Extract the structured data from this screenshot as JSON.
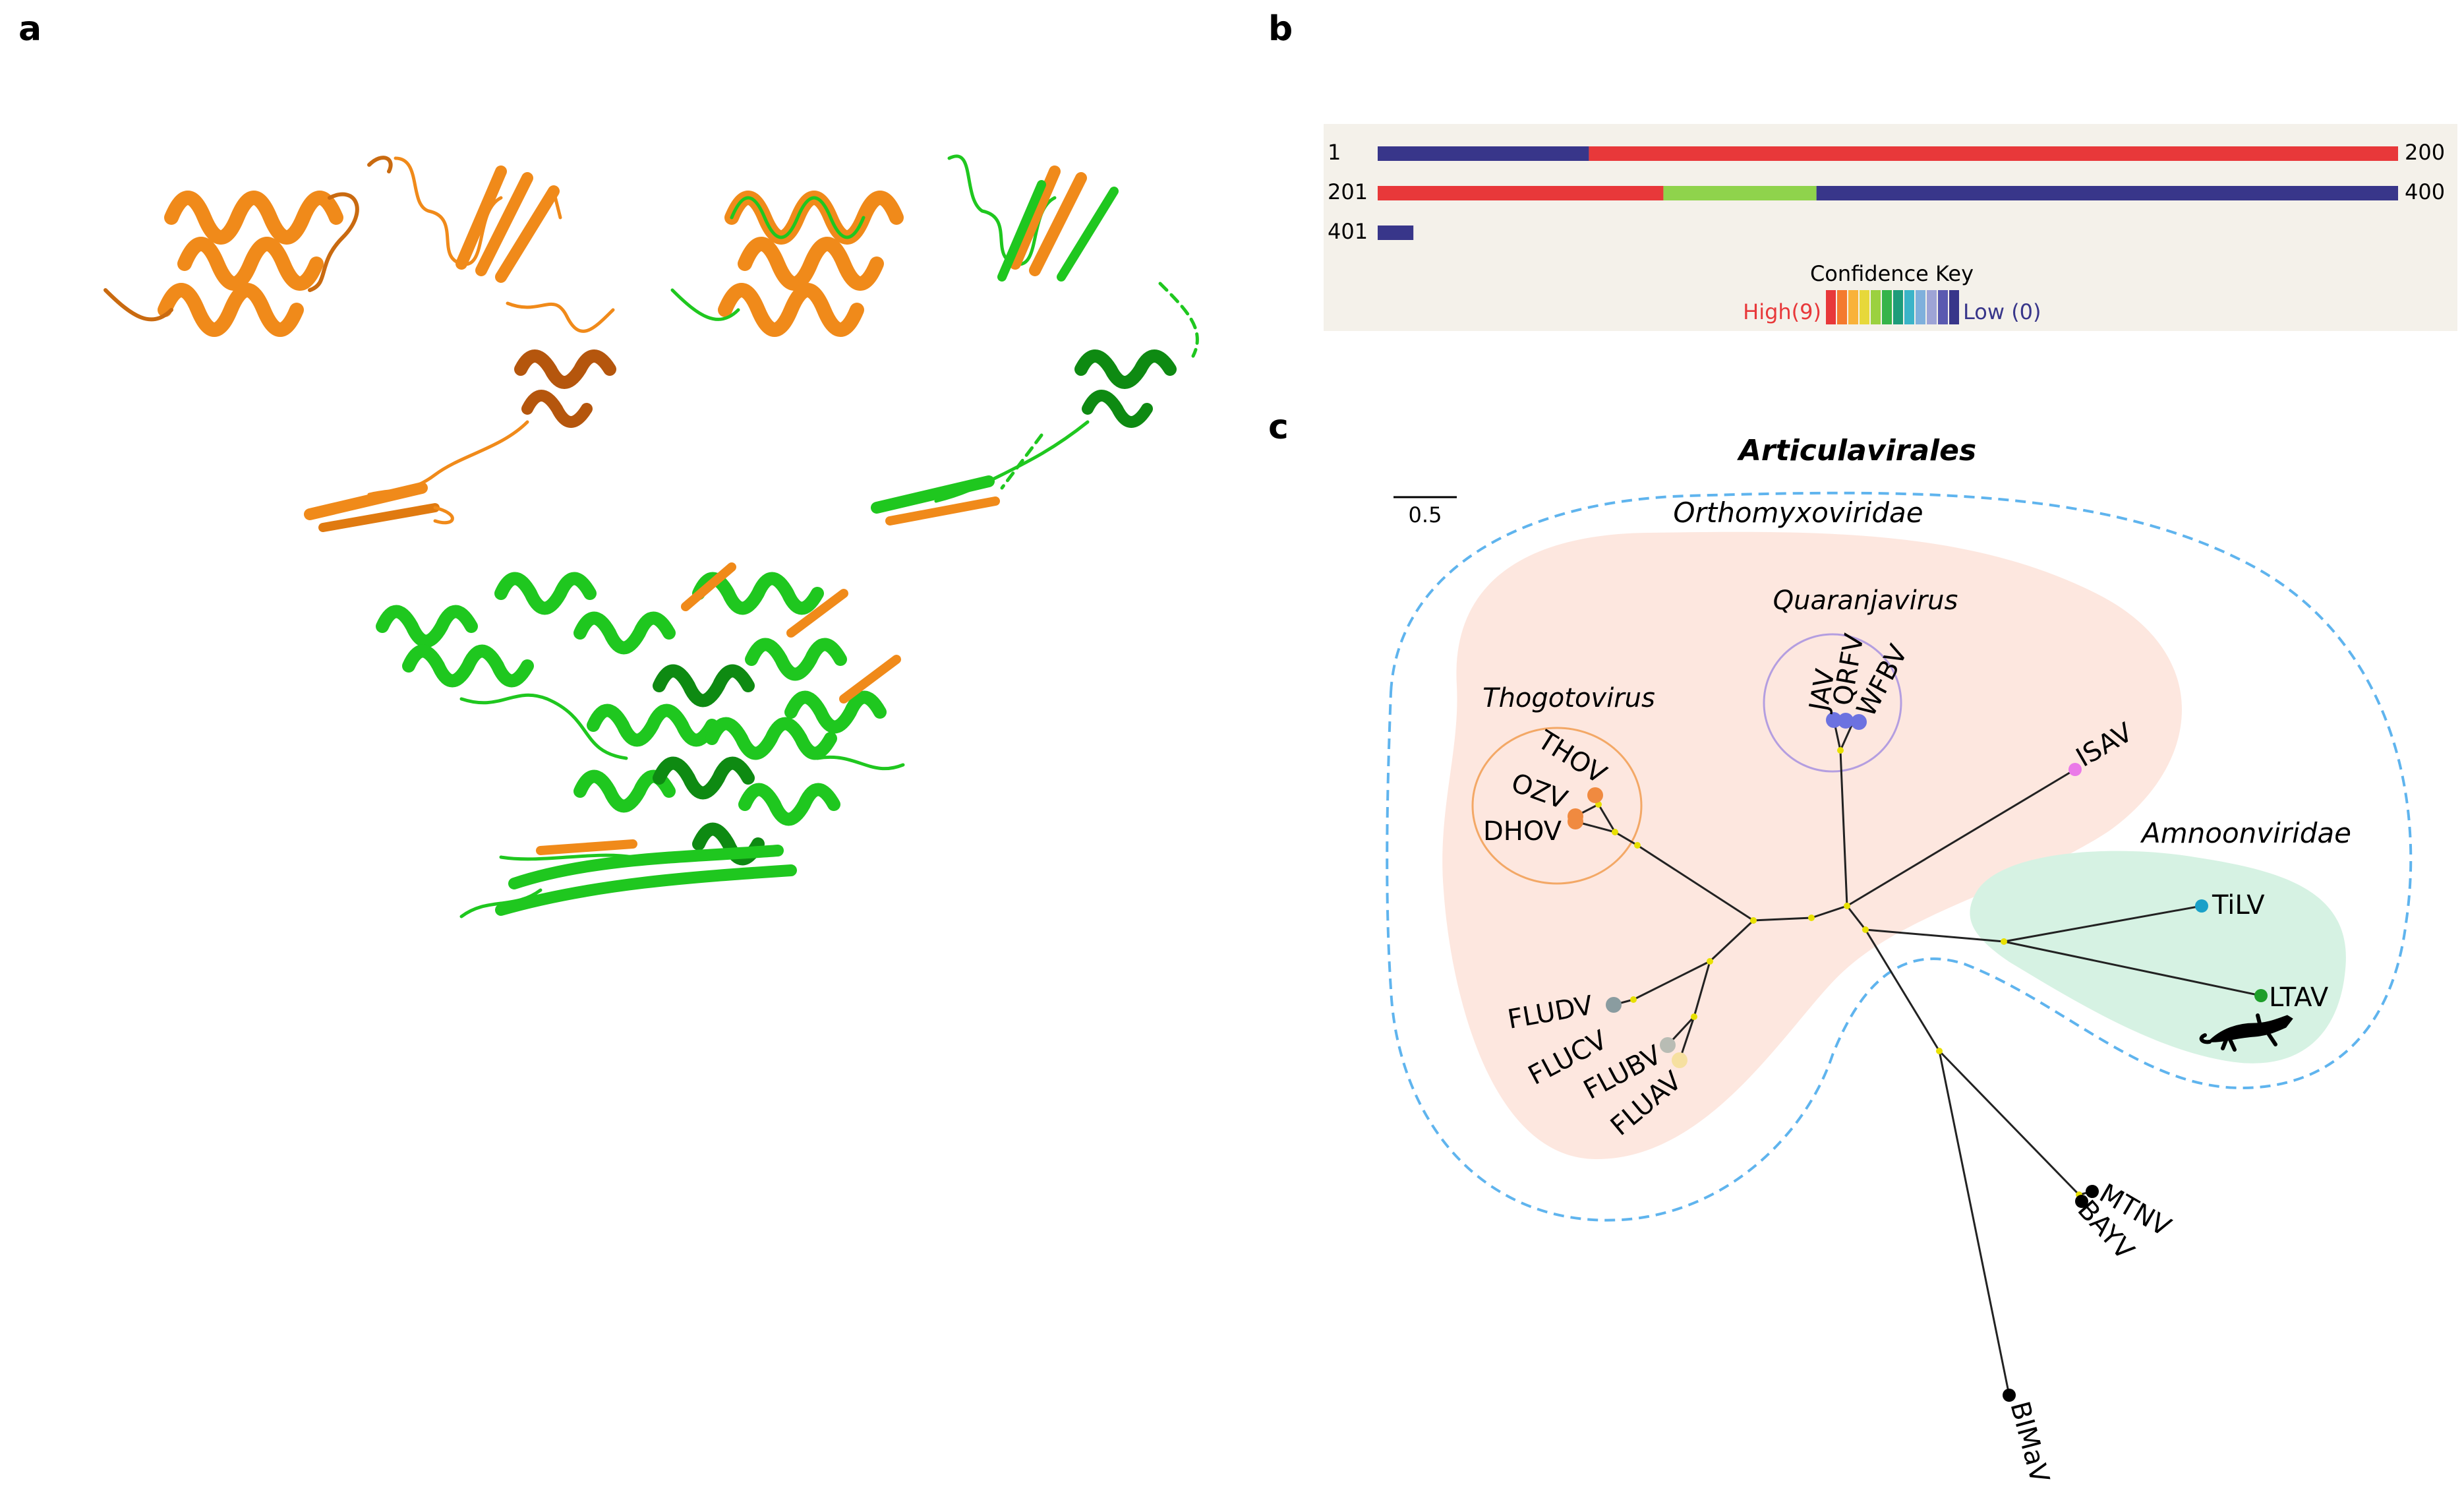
{
  "panels": {
    "a": "a",
    "b": "b",
    "c": "c"
  },
  "confidence": {
    "rows": [
      {
        "start": "1",
        "end": "200",
        "segments": [
          {
            "color": "#38368a",
            "frac": 0.207
          },
          {
            "color": "#e8383a",
            "frac": 0.793
          }
        ]
      },
      {
        "start": "201",
        "end": "400",
        "segments": [
          {
            "color": "#e8383a",
            "frac": 0.28
          },
          {
            "color": "#8fd34c",
            "frac": 0.15
          },
          {
            "color": "#38368a",
            "frac": 0.57
          }
        ]
      },
      {
        "start": "401",
        "end": "",
        "segments": [
          {
            "color": "#38368a",
            "frac": 0.035
          }
        ]
      }
    ],
    "key_title": "Confidence Key",
    "high_label": "High(9)",
    "low_label": "Low (0)",
    "key_colors": [
      "#e8383a",
      "#f47a2e",
      "#f9b23a",
      "#e7d83a",
      "#9bd13f",
      "#36b44a",
      "#1e9c7a",
      "#3bb4c8",
      "#7fb0dc",
      "#9ea4d6",
      "#5a5ab0",
      "#38368a"
    ]
  },
  "tree": {
    "order": "Articulavirales",
    "scale_label": "0.5",
    "families": {
      "ortho": "Orthomyxoviridae",
      "amnoon": "Amnoonviridae"
    },
    "genera": {
      "quaranja": "Quaranjavirus",
      "thogoto": "Thogotovirus"
    },
    "colors": {
      "ortho_fill": "#fde7df",
      "amnoon_fill": "#d6f2e3",
      "order_outline": "#5fb4ee",
      "thogoto_outline": "#f3a866",
      "quaranja_outline": "#b49ee0"
    },
    "leaves": {
      "THOV": "THOV",
      "OZV": "OZV",
      "DHOV": "DHOV",
      "JAV": "JAV",
      "QRFV": "QRFV",
      "WFBV": "WFBV",
      "ISAV": "ISAV",
      "TiLV": "TiLV",
      "LTAV": "LTAV",
      "FLUDV": "FLUDV",
      "FLUCV": "FLUCV",
      "FLUBV": "FLUBV",
      "FLUAV": "FLUAV",
      "MTNV": "MTNV",
      "BAYV": "BAYV",
      "BIMaV": "BIMaV"
    }
  },
  "structure_colors": {
    "orange": "#f08a1a",
    "dark_orange": "#b5560d",
    "green": "#1fc71f",
    "dark_green": "#0e8a12"
  }
}
